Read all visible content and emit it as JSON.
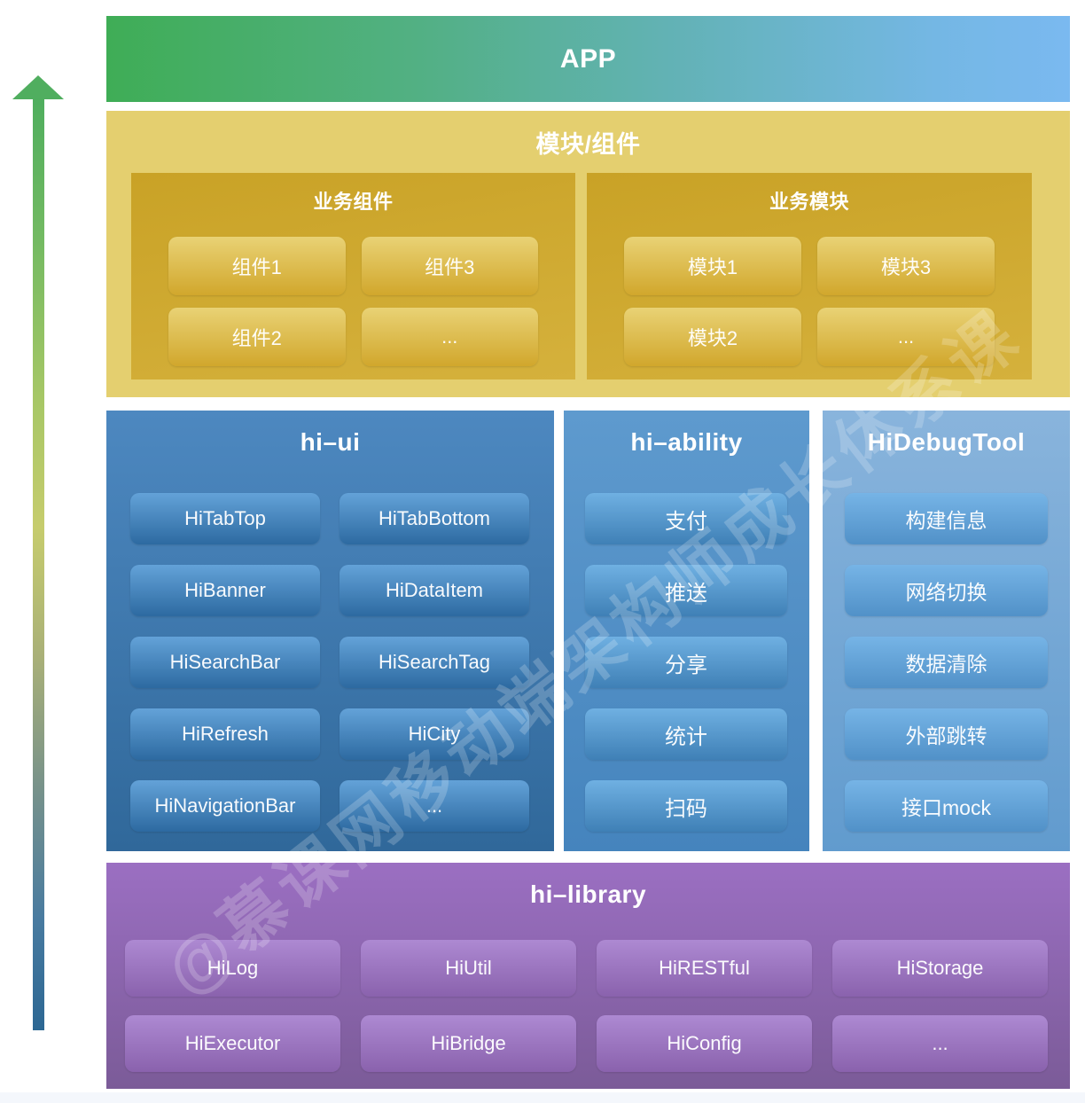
{
  "watermark": {
    "text": "@慕课网移动端架构师成长体系课"
  },
  "layers": {
    "app": {
      "title": "APP"
    },
    "modules": {
      "title": "模块/组件",
      "groups": [
        {
          "title": "业务组件",
          "items": [
            "组件1",
            "组件3",
            "组件2",
            "..."
          ]
        },
        {
          "title": "业务模块",
          "items": [
            "模块1",
            "模块3",
            "模块2",
            "..."
          ]
        }
      ]
    },
    "middle": {
      "columns": [
        {
          "title": "hi–ui",
          "items": [
            "HiTabTop",
            "HiTabBottom",
            "HiBanner",
            "HiDataItem",
            "HiSearchBar",
            "HiSearchTag",
            "HiRefresh",
            "HiCity",
            "HiNavigationBar",
            "..."
          ]
        },
        {
          "title": "hi–ability",
          "items": [
            "支付",
            "推送",
            "分享",
            "统计",
            "扫码"
          ]
        },
        {
          "title": "HiDebugTool",
          "items": [
            "构建信息",
            "网络切换",
            "数据清除",
            "外部跳转",
            "接口mock"
          ]
        }
      ]
    },
    "library": {
      "title": "hi–library",
      "items": [
        "HiLog",
        "HiUtil",
        "HiRESTful",
        "HiStorage",
        "HiExecutor",
        "HiBridge",
        "HiConfig",
        "..."
      ]
    }
  },
  "colors": {
    "app_gradient_left": "#3fad56",
    "app_gradient_right": "#7ab9f0",
    "modules_bg": "#e4cf6f",
    "modules_group_bg": "#cda72e",
    "gold_chip": "#d9b545",
    "hi_ui_bg": "#3d79ae",
    "hi_ability_bg": "#5595cc",
    "hi_debug_bg": "#79a9d6",
    "library_bg": "#8b65ae",
    "arrow_top": "#50ae5f",
    "arrow_middle": "#c6cc6d",
    "arrow_bottom": "#2c6793",
    "text": "#ffffff"
  }
}
